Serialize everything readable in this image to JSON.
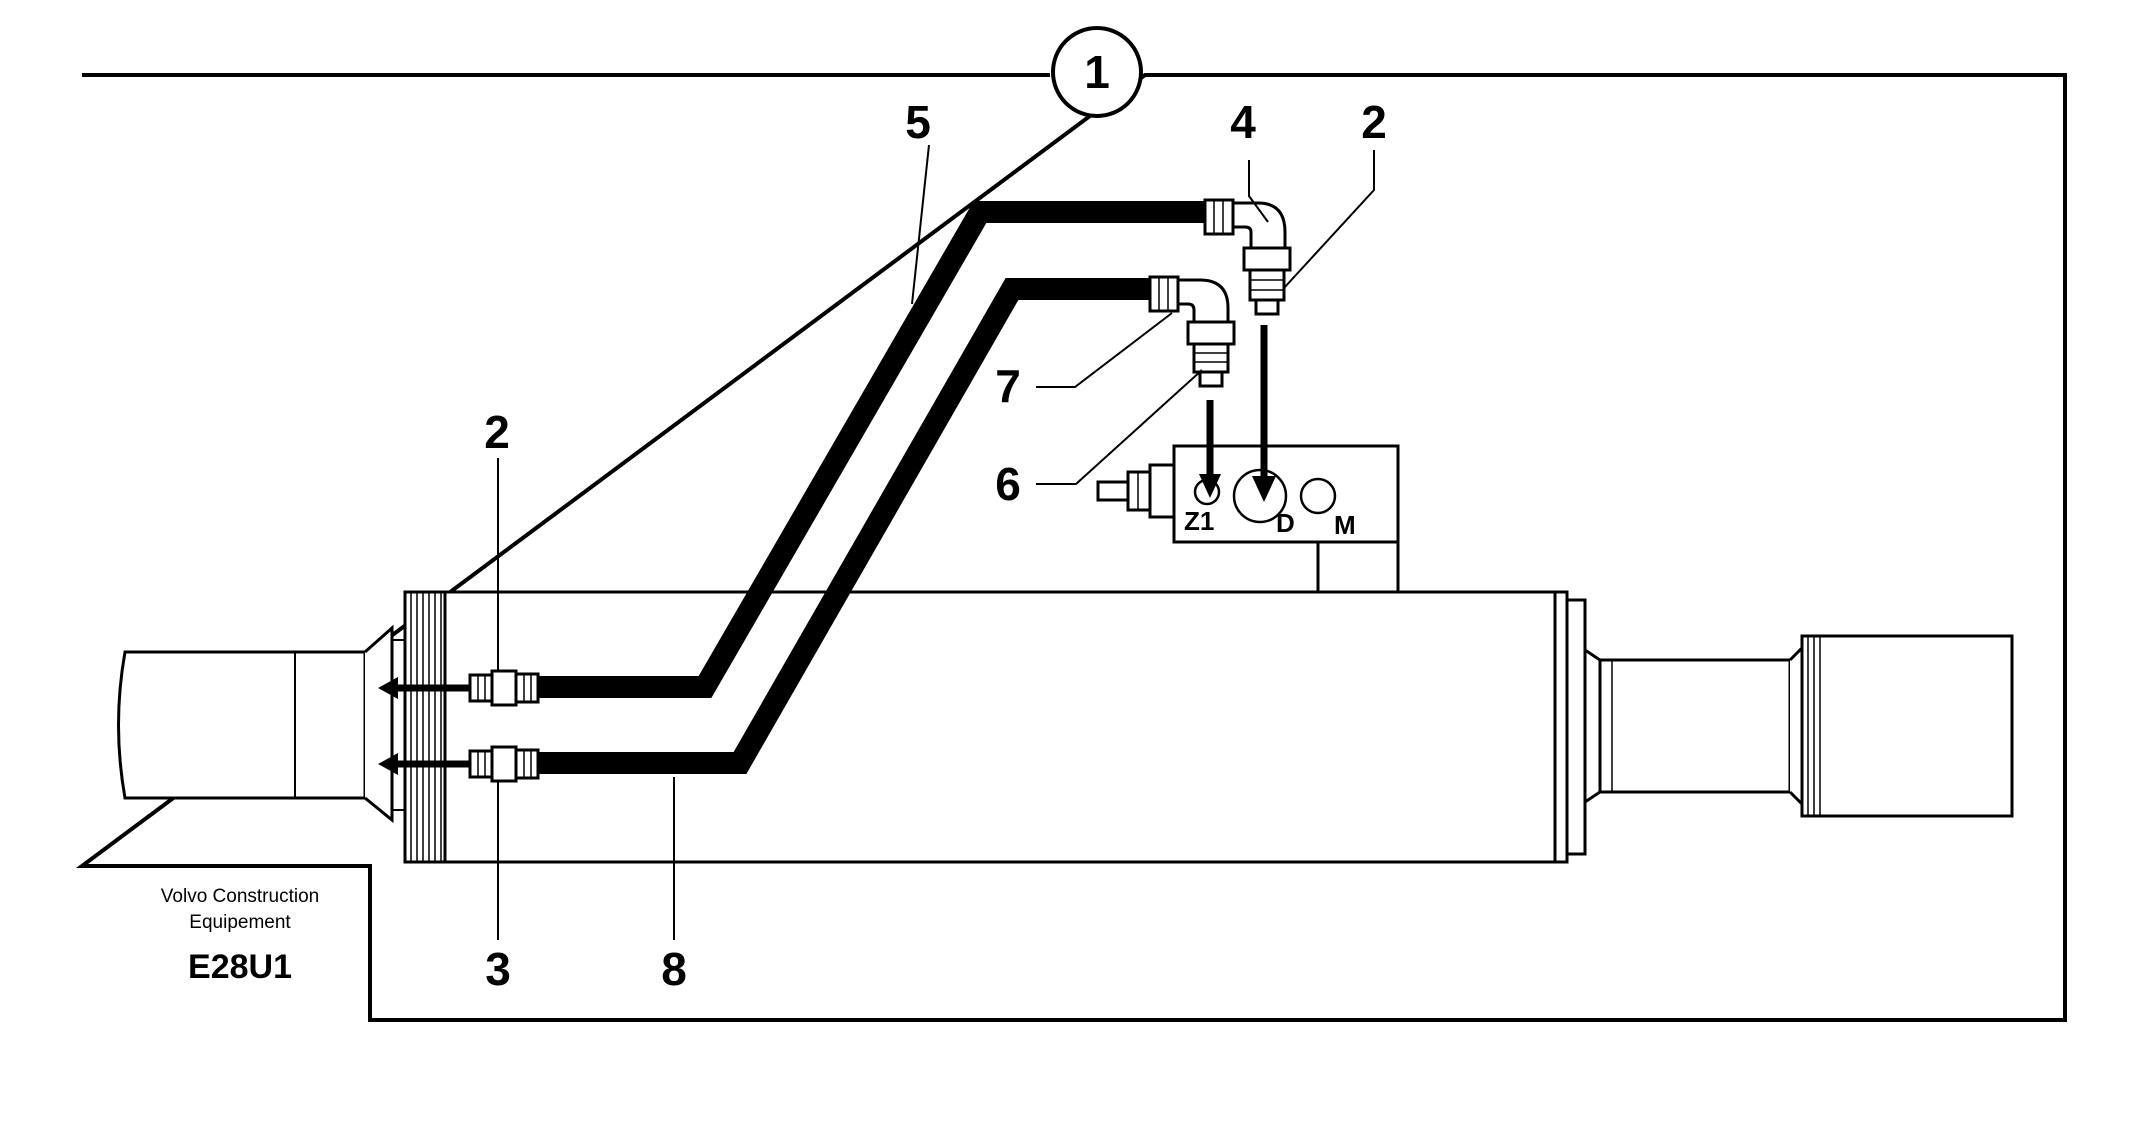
{
  "figure": {
    "callout": "1"
  },
  "labels": {
    "l5": "5",
    "l4": "4",
    "l2_top": "2",
    "l2_left": "2",
    "l7": "7",
    "l6": "6",
    "l3": "3",
    "l8": "8"
  },
  "valve_ports": {
    "z1": "Z1",
    "d": "D",
    "m": "M"
  },
  "credit": {
    "line1": "Volvo Construction",
    "line2": "Equipement",
    "code": "E28U1"
  }
}
